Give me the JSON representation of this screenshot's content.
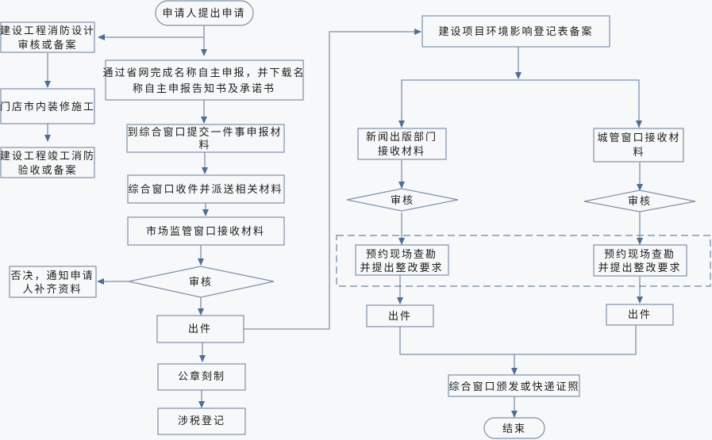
{
  "diagram": {
    "type": "flowchart",
    "colors": {
      "stroke": "#7d91a8",
      "arrow": "#4d6f96",
      "background": "#f7f8f9"
    },
    "nodes": {
      "start": {
        "label": "申请人提出申请",
        "shape": "terminator"
      },
      "fire_design": {
        "lines": [
          "建设工程消防设计",
          "审核或备案"
        ],
        "shape": "process"
      },
      "name_report": {
        "lines": [
          "通过省网完成名称自主申报，并下载名",
          "称自主申报告知书及承诺书"
        ],
        "shape": "process"
      },
      "renovation": {
        "lines": [
          "门店市内装修施工"
        ],
        "shape": "process"
      },
      "submit_materials": {
        "lines": [
          "到综合窗口提交一件事申报材",
          "料"
        ],
        "shape": "process"
      },
      "fire_acceptance": {
        "lines": [
          "建设工程竣工消防",
          "验收或备案"
        ],
        "shape": "process"
      },
      "window_receive": {
        "lines": [
          "综合窗口收件并派送相关材料"
        ],
        "shape": "process"
      },
      "market_receive": {
        "lines": [
          "市场监管窗口接收材料"
        ],
        "shape": "process"
      },
      "review_main": {
        "label": "审核",
        "shape": "decision"
      },
      "reject": {
        "lines": [
          "否决，通知申请",
          "人补齐资料"
        ],
        "shape": "process"
      },
      "issue_main": {
        "lines": [
          "出件"
        ],
        "shape": "process"
      },
      "seal": {
        "lines": [
          "公章刻制"
        ],
        "shape": "process"
      },
      "tax": {
        "lines": [
          "涉税登记"
        ],
        "shape": "process"
      },
      "env_filing": {
        "lines": [
          "建设项目环境影响登记表备案"
        ],
        "shape": "process"
      },
      "press_receive": {
        "lines": [
          "新闻出版部门",
          "接收材料"
        ],
        "shape": "process"
      },
      "city_receive": {
        "lines": [
          "城管窗口接收材",
          "料"
        ],
        "shape": "process"
      },
      "review_press": {
        "label": "审核",
        "shape": "decision"
      },
      "review_city": {
        "label": "审核",
        "shape": "decision"
      },
      "inspect_press": {
        "lines": [
          "预约现场查勘",
          "并提出整改要求"
        ],
        "shape": "process"
      },
      "inspect_city": {
        "lines": [
          "预约现场查勘",
          "并提出整改要求"
        ],
        "shape": "process"
      },
      "issue_press": {
        "lines": [
          "出件"
        ],
        "shape": "process"
      },
      "issue_city": {
        "lines": [
          "出件"
        ],
        "shape": "process"
      },
      "certificate": {
        "lines": [
          "综合窗口颁发或快递证照"
        ],
        "shape": "process"
      },
      "end": {
        "label": "结束",
        "shape": "terminator"
      }
    },
    "edges": [
      [
        "start",
        "name_report"
      ],
      [
        "start",
        "fire_design"
      ],
      [
        "fire_design",
        "renovation"
      ],
      [
        "renovation",
        "fire_acceptance"
      ],
      [
        "name_report",
        "submit_materials"
      ],
      [
        "submit_materials",
        "window_receive"
      ],
      [
        "window_receive",
        "market_receive"
      ],
      [
        "market_receive",
        "review_main"
      ],
      [
        "review_main",
        "reject"
      ],
      [
        "review_main",
        "issue_main"
      ],
      [
        "issue_main",
        "seal"
      ],
      [
        "seal",
        "tax"
      ],
      [
        "issue_main",
        "env_filing"
      ],
      [
        "env_filing",
        "press_receive"
      ],
      [
        "env_filing",
        "city_receive"
      ],
      [
        "press_receive",
        "review_press"
      ],
      [
        "city_receive",
        "review_city"
      ],
      [
        "review_press",
        "inspect_press"
      ],
      [
        "review_city",
        "inspect_city"
      ],
      [
        "inspect_press",
        "issue_press"
      ],
      [
        "inspect_city",
        "issue_city"
      ],
      [
        "issue_press",
        "certificate"
      ],
      [
        "issue_city",
        "certificate"
      ],
      [
        "certificate",
        "end"
      ]
    ]
  }
}
